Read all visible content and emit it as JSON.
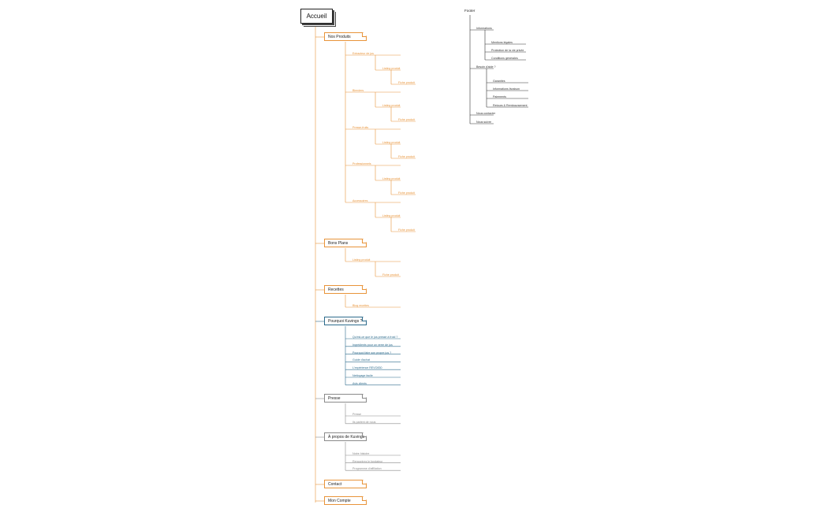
{
  "root": {
    "label": "Accueil"
  },
  "colors": {
    "orange": "#e8943a",
    "brick": "#b74e2a",
    "blue": "#2d6b8c",
    "gray": "#8a8a8a",
    "dark": "#333333"
  },
  "sections": [
    {
      "label": "Nos Produits",
      "color": "orange",
      "items": [
        {
          "label": "Extracteur de jus",
          "children": [
            {
              "label": "Listing produit",
              "children": [
                {
                  "label": "Fiche produit"
                }
              ]
            }
          ]
        },
        {
          "label": "Blenders",
          "children": [
            {
              "label": "Listing produit",
              "children": [
                {
                  "label": "Fiche produit"
                }
              ]
            }
          ]
        },
        {
          "label": "Presse-fruits",
          "children": [
            {
              "label": "Listing produit",
              "children": [
                {
                  "label": "Fiche produit"
                }
              ]
            }
          ]
        },
        {
          "label": "Professionnels",
          "children": [
            {
              "label": "Listing produit",
              "children": [
                {
                  "label": "Fiche produit"
                }
              ]
            }
          ]
        },
        {
          "label": "Accessoires",
          "children": [
            {
              "label": "Listing produit",
              "children": [
                {
                  "label": "Fiche produit"
                }
              ]
            }
          ]
        }
      ]
    },
    {
      "label": "Bons Plans",
      "color": "orange",
      "items": [
        {
          "label": "Listing produit",
          "children": [
            {
              "label": "Fiche produit"
            }
          ]
        }
      ]
    },
    {
      "label": "Recettes",
      "color": "orange",
      "items": [
        {
          "label": "Blog recettes"
        }
      ]
    },
    {
      "label": "Pourquoi Kuvings ?",
      "color": "blue",
      "items": [
        {
          "label": "Qu'est-ce que le jus pressé à froid ?"
        },
        {
          "label": "Ingrédients pour un verre de jus"
        },
        {
          "label": "Pourquoi faire son propre jus ?"
        },
        {
          "label": "Guide d'achat"
        },
        {
          "label": "L'expérience REVO830"
        },
        {
          "label": "Nettoyage facile"
        },
        {
          "label": "Avis clients"
        }
      ]
    },
    {
      "label": "Presse",
      "color": "gray",
      "items": [
        {
          "label": "Presse"
        },
        {
          "label": "Ils parlent de nous"
        }
      ]
    },
    {
      "label": "À propos de Kuvings",
      "color": "gray",
      "items": [
        {
          "label": "Notre histoire"
        },
        {
          "label": "Rencontrez le fondateur"
        },
        {
          "label": "Programme d'affiliation"
        }
      ]
    },
    {
      "label": "Contact",
      "color": "orange",
      "items": []
    },
    {
      "label": "Mon Compte",
      "color": "orange",
      "items": []
    }
  ],
  "footer": {
    "title": "Footer",
    "groups": [
      {
        "label": "Informations",
        "children": [
          "Mentions légales",
          "Protection de la vie privée",
          "Conditions générales"
        ]
      },
      {
        "label": "Besoin d'aide ?",
        "children": [
          "Garanties",
          "Informations livraison",
          "Paiements",
          "Retours & Remboursement"
        ]
      },
      {
        "label": "Nous contacter",
        "children": []
      },
      {
        "label": "Nous suivre",
        "children": []
      }
    ]
  }
}
